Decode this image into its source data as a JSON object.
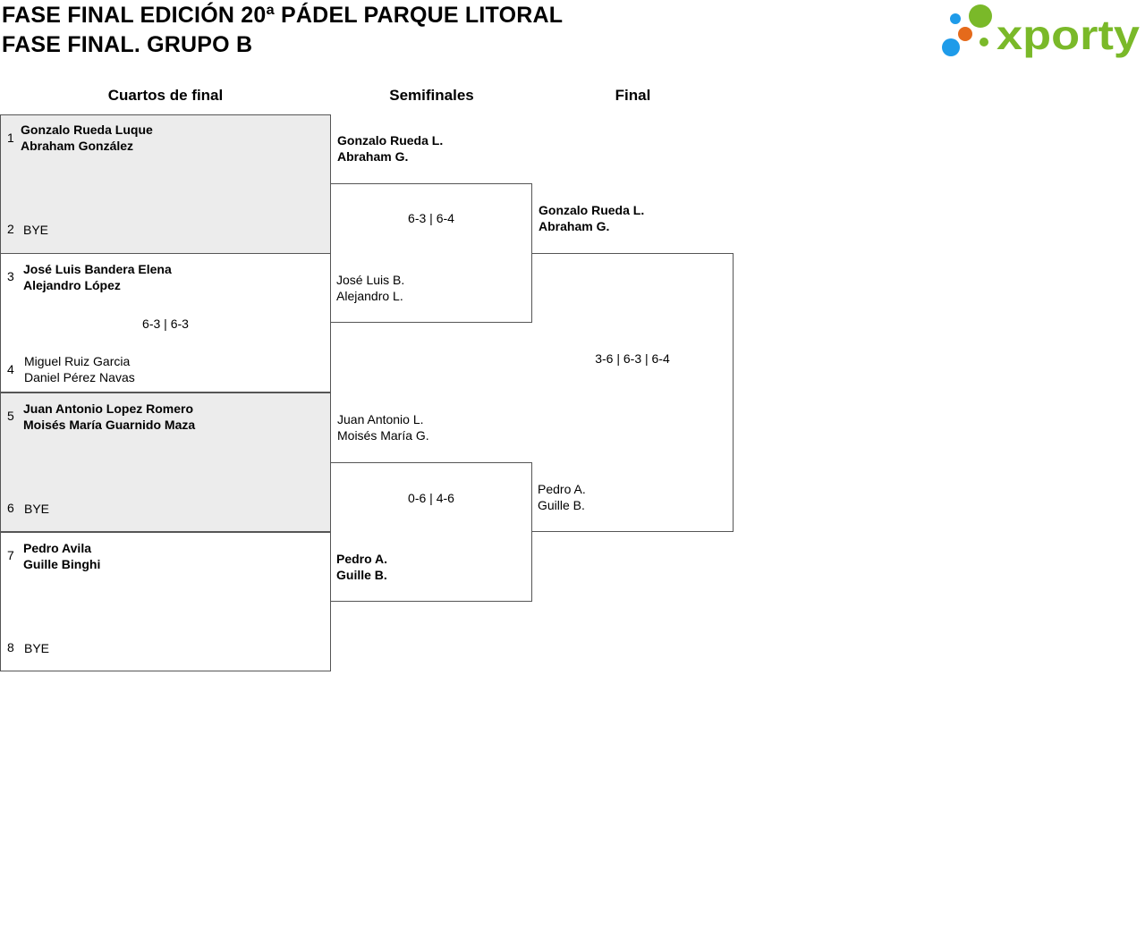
{
  "header": {
    "title_line1": "FASE FINAL EDICIÓN 20ª PÁDEL PARQUE LITORAL",
    "title_line2": "FASE FINAL. GRUPO B",
    "logo_text": "xporty",
    "logo_dot_colors": [
      "#1e9be9",
      "#7ab929",
      "#e56a1b"
    ]
  },
  "rounds": {
    "quarterfinals": "Cuartos de final",
    "semifinals": "Semifinales",
    "final": "Final"
  },
  "quarterfinals": [
    {
      "seed_top": "1",
      "top_line1": "Gonzalo Rueda Luque",
      "top_line2": "Abraham González",
      "seed_bottom": "2",
      "bottom_line1": "BYE",
      "bottom_line2": "",
      "score": ""
    },
    {
      "seed_top": "3",
      "top_line1": "José Luis Bandera Elena",
      "top_line2": "Alejandro López",
      "seed_bottom": "4",
      "bottom_line1": "Miguel Ruiz Garcia",
      "bottom_line2": "Daniel Pérez Navas",
      "score": "6-3 | 6-3"
    },
    {
      "seed_top": "5",
      "top_line1": "Juan Antonio Lopez Romero",
      "top_line2": "Moisés María Guarnido Maza",
      "seed_bottom": "6",
      "bottom_line1": "BYE",
      "bottom_line2": "",
      "score": ""
    },
    {
      "seed_top": "7",
      "top_line1": "Pedro Avila",
      "top_line2": "Guille Binghi",
      "seed_bottom": "8",
      "bottom_line1": "BYE",
      "bottom_line2": "",
      "score": ""
    }
  ],
  "semifinals": [
    {
      "top_line1": "Gonzalo Rueda L.",
      "top_line2": "Abraham G.",
      "score": "6-3 | 6-4",
      "bottom_line1": "José Luis B.",
      "bottom_line2": "Alejandro L."
    },
    {
      "top_line1": "Juan Antonio L.",
      "top_line2": "Moisés María G.",
      "score": "0-6 | 4-6",
      "bottom_line1": "Pedro A.",
      "bottom_line2": "Guille B."
    }
  ],
  "final": {
    "top_line1": "Gonzalo Rueda L.",
    "top_line2": "Abraham G.",
    "score": "3-6 | 6-3 | 6-4",
    "bottom_line1": "Pedro A.",
    "bottom_line2": "Guille B."
  }
}
